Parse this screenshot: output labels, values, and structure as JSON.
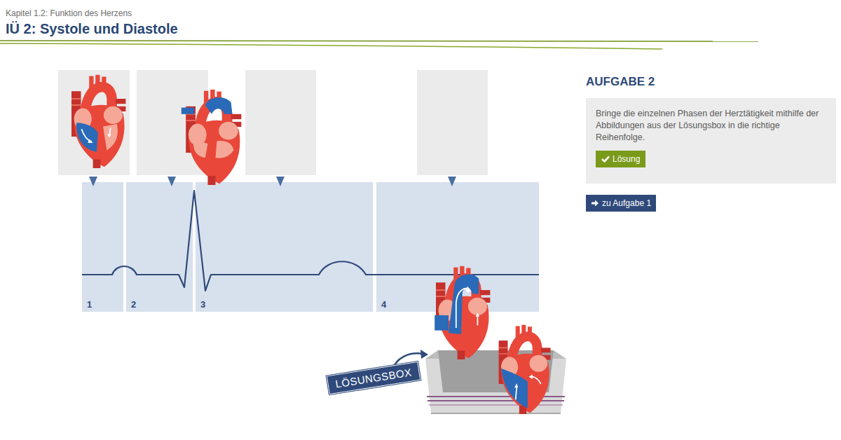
{
  "diagram": {
    "title": "IÜ 2: Systole und Diastole",
    "nodes": [
      {
        "text": [
          "1"
        ]
      },
      {
        "text": [
          "2"
        ]
      },
      {
        "text": [
          "3"
        ]
      },
      {
        "text": [
          "4"
        ]
      },
      {
        "text": [
          "AUFGABE 2",
          "Bringe die einzelnen Phasen der Herztätigkeit mithilfe der Abbildungen aus der Lösungsbox in die richtige Reihenfolge."
        ]
      },
      {
        "text": [
          "Lösung"
        ],
        "in": 4
      },
      {
        "text": [
          "zu Aufgabe 1"
        ]
      },
      {
        "text": [
          "LÖSUNGSBOX"
        ]
      }
    ],
    "labels": [
      "Kapitel 1.2: Funktion des Herzens"
    ]
  }
}
